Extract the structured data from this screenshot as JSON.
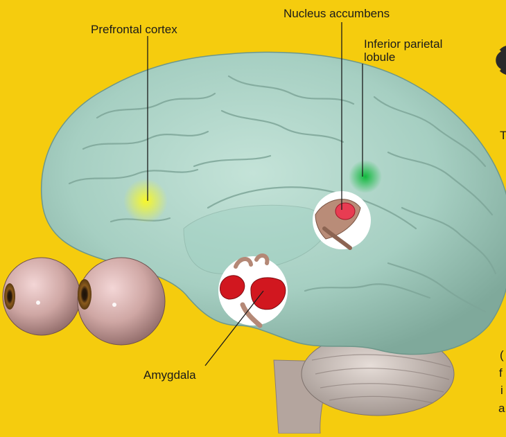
{
  "labels": {
    "prefrontal_cortex": "Prefrontal cortex",
    "nucleus_accumbens": "Nucleus accumbens",
    "inferior_parietal_lobule": "Inferior parietal\nlobule",
    "amygdala": "Amygdala"
  },
  "edge_fragments": {
    "right_upper": "T",
    "right_lower_1": "(",
    "right_lower_2": "f",
    "right_lower_3": "i",
    "right_lower_4": "a"
  },
  "colors": {
    "background": "#f5cc0e",
    "brain": "#a6cfc2",
    "prefrontal_highlight": "#f2f20e",
    "parietal_highlight": "#1ec24a",
    "accumbens_highlight": "#e83c52",
    "amygdala_highlight": "#d1171f"
  }
}
